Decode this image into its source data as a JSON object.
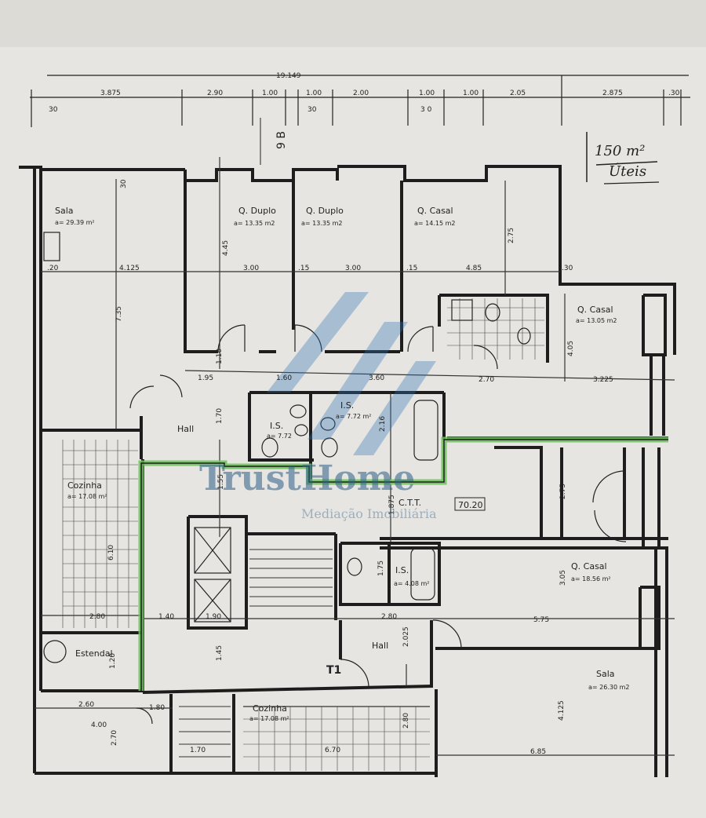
{
  "top_dimensions": [
    {
      "text": "19.149"
    },
    {
      "text": "3.875"
    },
    {
      "text": "2.90"
    },
    {
      "text": "1.00"
    },
    {
      "text": "1.00"
    },
    {
      "text": "2.00"
    },
    {
      "text": "1.00"
    },
    {
      "text": "1.00"
    },
    {
      "text": "2.05"
    },
    {
      "text": "2.875"
    },
    {
      "text": "30"
    },
    {
      "text": ".30"
    },
    {
      "text": "30"
    },
    {
      "text": "3 0"
    }
  ],
  "building_label": "9 B",
  "handwritten_note": {
    "area": "150 m²",
    "usage": "Úteis"
  },
  "rooms": [
    {
      "name": "Sala",
      "area": "a= 29.39 m²"
    },
    {
      "name": "Q. Duplo",
      "area": "a= 13.35 m2"
    },
    {
      "name": "Q. Duplo",
      "area": "a= 13.35 m2"
    },
    {
      "name": "Q. Casal",
      "area": "a= 14.15 m2"
    },
    {
      "name": "Q. Casal",
      "area": "a= 13.05 m2"
    },
    {
      "name": "I.S.",
      "area": "a= 7.72 m²"
    },
    {
      "name": "I.S.",
      "area": "a= 7.72"
    },
    {
      "name": "Hall",
      "area": ""
    },
    {
      "name": "Cozinha",
      "area": "a= 17.08 m²"
    },
    {
      "name": "C.T.T.",
      "area": ""
    },
    {
      "name": "70.20",
      "area": ""
    },
    {
      "name": "Q. Casal",
      "area": "a= 18.56 m²"
    },
    {
      "name": "I.S.",
      "area": "a= 4.08 m²"
    },
    {
      "name": "Hall",
      "area": ""
    },
    {
      "name": "Sala",
      "area": "a= 26.30 m2"
    },
    {
      "name": "Cozinha",
      "area": "a= 17.08 m²"
    },
    {
      "name": "Estendal",
      "area": ""
    },
    {
      "name": "T1",
      "area": ""
    }
  ],
  "interior_dimensions": [
    {
      "text": "4.125"
    },
    {
      "text": "7.35"
    },
    {
      "text": "30"
    },
    {
      "text": ".20"
    },
    {
      "text": "3.00"
    },
    {
      "text": ".15"
    },
    {
      "text": "3.00"
    },
    {
      "text": ".15"
    },
    {
      "text": "4.85"
    },
    {
      "text": "4.45"
    },
    {
      "text": "2.75"
    },
    {
      "text": ".30"
    },
    {
      "text": "1.95"
    },
    {
      "text": "1.60"
    },
    {
      "text": "3.60"
    },
    {
      "text": "2.70"
    },
    {
      "text": "3.225"
    },
    {
      "text": "4.05"
    },
    {
      "text": "1.70"
    },
    {
      "text": "2.16"
    },
    {
      "text": "1.55"
    },
    {
      "text": "1.875"
    },
    {
      "text": "2.75"
    },
    {
      "text": "6.10"
    },
    {
      "text": "2.80"
    },
    {
      "text": "1.40"
    },
    {
      "text": "1.90"
    },
    {
      "text": "1.45"
    },
    {
      "text": "2.025"
    },
    {
      "text": "5.75"
    },
    {
      "text": "3.05"
    },
    {
      "text": "1.75"
    },
    {
      "text": "2.80"
    },
    {
      "text": "1.20"
    },
    {
      "text": "4.125"
    },
    {
      "text": "6.85"
    },
    {
      "text": "2.60"
    },
    {
      "text": "4.00"
    },
    {
      "text": "1.80"
    },
    {
      "text": "2.70"
    },
    {
      "text": "1.70"
    },
    {
      "text": "6.70"
    },
    {
      "text": "2.80"
    },
    {
      "text": "1.10"
    }
  ],
  "watermark": {
    "brand": "TrustHome",
    "subtitle": "Mediação Imobiliária"
  },
  "colors": {
    "paper": "#e6e5e1",
    "ink": "#1d1d1d",
    "highlight": "#6bbf5a",
    "watermark": "#2c5f86"
  }
}
